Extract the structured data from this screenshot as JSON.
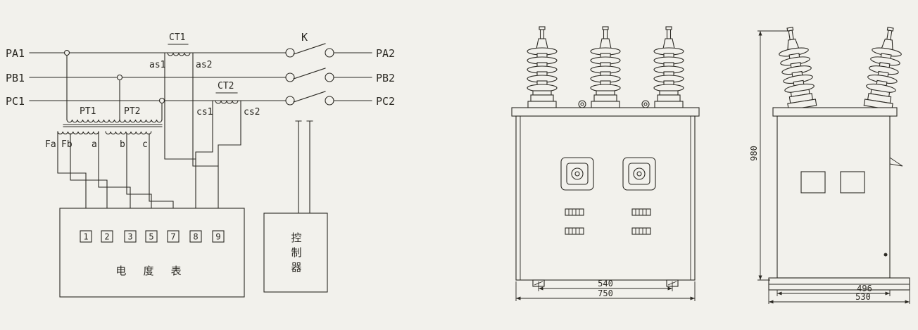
{
  "page": {
    "bg": "#f2f1ec",
    "ink": "#2b2923"
  },
  "circuit": {
    "phase_in": [
      "PA1",
      "PB1",
      "PC1"
    ],
    "phase_out": [
      "PA2",
      "PB2",
      "PC2"
    ],
    "ct1": {
      "label": "CT1",
      "s1": "as1",
      "s2": "as2"
    },
    "ct2": {
      "label": "CT2",
      "s1": "cs1",
      "s2": "cs2"
    },
    "switch_label": "K",
    "pt1": "PT1",
    "pt2": "PT2",
    "pt_terminals": [
      "Fa",
      "Fb",
      "a",
      "b",
      "c"
    ],
    "terminal_numbers": [
      "1",
      "2",
      "3",
      "5",
      "7",
      "8",
      "9"
    ],
    "meter_label": "电 度 表",
    "controller_label": "控制器"
  },
  "front_view": {
    "dim_feet": "540",
    "dim_overall": "750"
  },
  "side_view": {
    "dim_height": "980",
    "dim_body": "496",
    "dim_base": "530"
  }
}
